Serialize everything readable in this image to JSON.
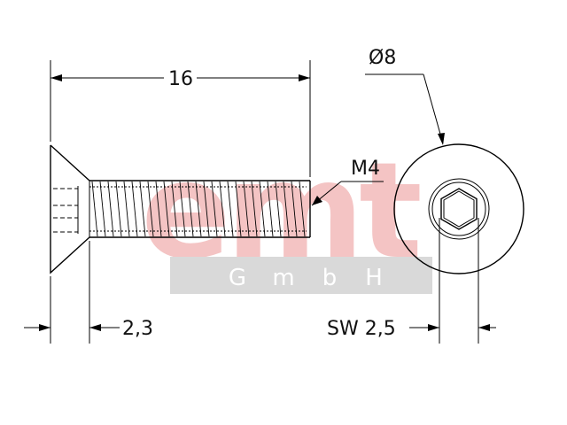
{
  "drawing": {
    "length_label": "16",
    "thread_label": "M4",
    "diameter_label": "Ø8",
    "head_height_label": "2,3",
    "socket_label": "SW 2,5"
  },
  "watermark": {
    "logo_text": "emt",
    "company": [
      "G",
      "m",
      "b",
      "H"
    ],
    "logo_color": "#f4c4c4",
    "band_color": "#d9d9d9"
  }
}
